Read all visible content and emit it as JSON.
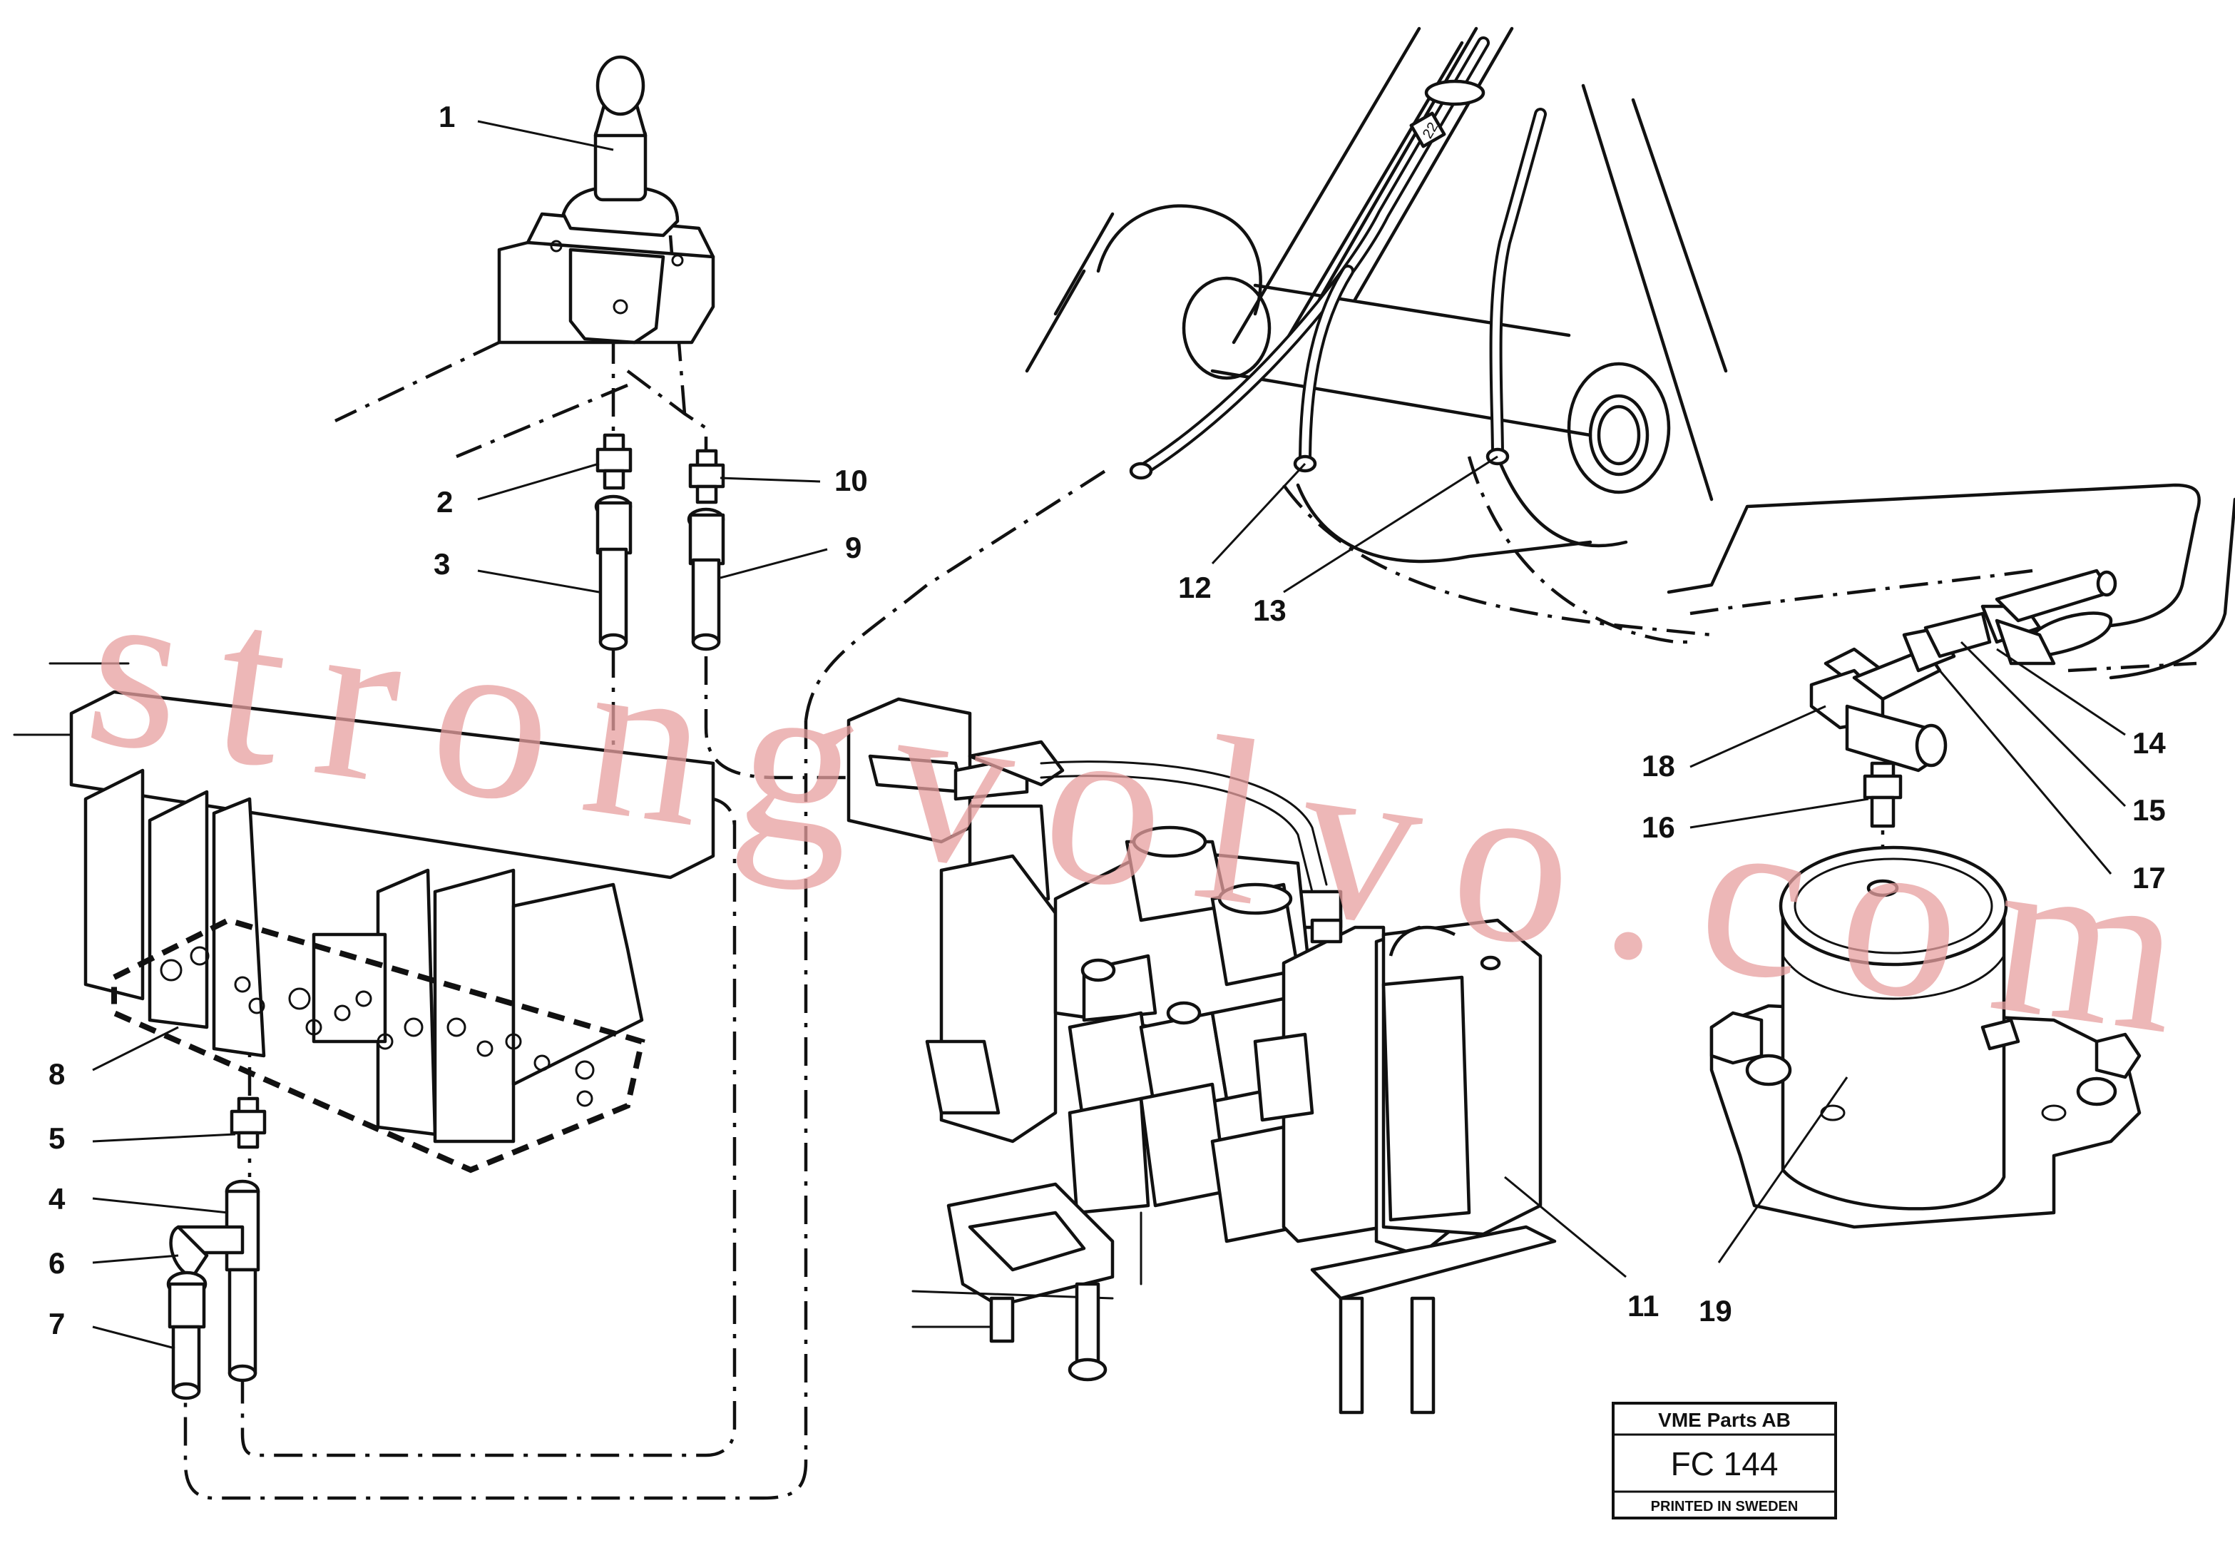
{
  "labels": {
    "l1": "1",
    "l2": "2",
    "l3": "3",
    "l4": "4",
    "l5": "5",
    "l6": "6",
    "l7": "7",
    "l8": "8",
    "l9": "9",
    "l10": "10",
    "l11": "11",
    "l12": "12",
    "l13": "13",
    "l14": "14",
    "l15": "15",
    "l16": "16",
    "l17": "17",
    "l18": "18",
    "l19": "19"
  },
  "title_box": {
    "company": "VME Parts AB",
    "code": "FC 144",
    "footer": "PRINTED IN SWEDEN"
  },
  "watermark": "strongvolvo.com",
  "hose_tag": "22",
  "colors": {
    "line": "#111111",
    "watermark": "#e8a0a0",
    "background": "#ffffff"
  }
}
